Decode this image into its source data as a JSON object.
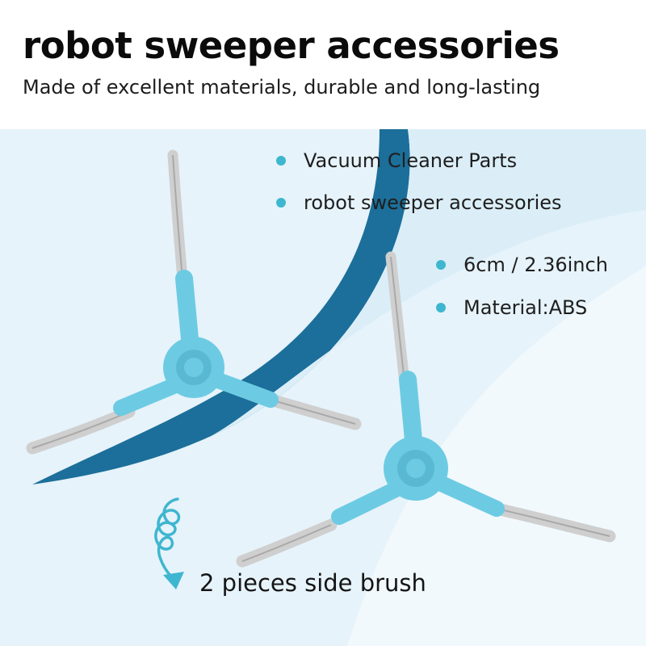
{
  "product": {
    "title": "robot sweeper accessories",
    "subtitle": "Made of excellent materials, durable and long-lasting"
  },
  "features": [
    {
      "label": "Vacuum Cleaner Parts"
    },
    {
      "label": "robot sweeper accessories"
    },
    {
      "label": "6cm / 2.36inch"
    },
    {
      "label": "Material:ABS"
    }
  ],
  "caption": "2 pieces side brush",
  "colors": {
    "accent": "#3fb6cf",
    "swoosh": "#1c6f9a",
    "background_light": "#d9eef8",
    "brush_hub": "#6ccbe3",
    "bristles": "#c8c8c8"
  },
  "icons": {
    "bullet": "bullet-dot-icon",
    "arrow": "curly-arrow-icon",
    "product": "side-brush-icon"
  }
}
